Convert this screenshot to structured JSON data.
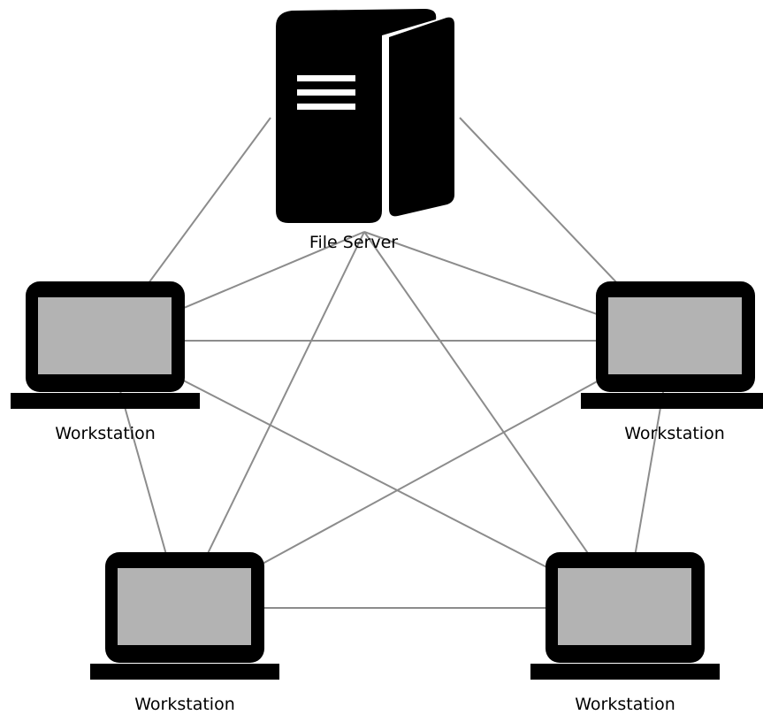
{
  "colors": {
    "device": "#000000",
    "screen": "#b3b3b3",
    "link": "#8c8c8c",
    "server_accent": "#ffffff"
  },
  "nodes": [
    {
      "id": "server",
      "icon": "server-icon",
      "label": "File Server"
    },
    {
      "id": "ws1",
      "icon": "laptop-icon",
      "label": "Workstation"
    },
    {
      "id": "ws2",
      "icon": "laptop-icon",
      "label": "Workstation"
    },
    {
      "id": "ws3",
      "icon": "laptop-icon",
      "label": "Workstation"
    },
    {
      "id": "ws4",
      "icon": "laptop-icon",
      "label": "Workstation"
    }
  ],
  "links": [
    [
      "server",
      "ws1"
    ],
    [
      "server",
      "ws2"
    ],
    [
      "server",
      "ws3"
    ],
    [
      "server",
      "ws4"
    ],
    [
      "ws1",
      "ws2"
    ],
    [
      "ws1",
      "ws3"
    ],
    [
      "ws1",
      "ws4"
    ],
    [
      "ws2",
      "ws3"
    ],
    [
      "ws2",
      "ws4"
    ],
    [
      "ws3",
      "ws4"
    ]
  ]
}
